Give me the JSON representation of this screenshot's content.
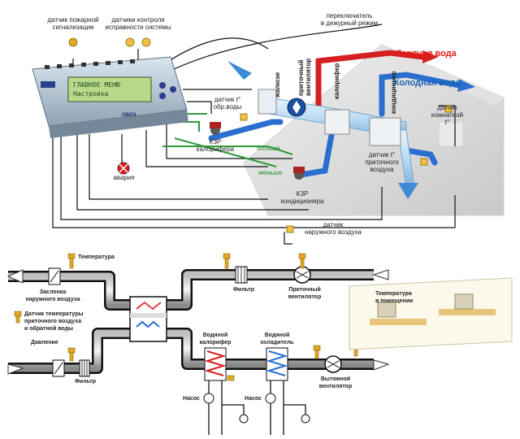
{
  "top": {
    "fire_sensor": "датчик пожарной\nсигнализации",
    "health_sensors": "датчики контроля\nисправности системы",
    "switch_duty": "переключатель\nв дежурный режим",
    "hot_water": "Горячая вода",
    "cold_water": "Холодная вода",
    "louvers": "жалюзи",
    "supply_fan": "приточный\nвентилятор",
    "heater": "калорифер",
    "conditioner": "кондиционер",
    "return_water_sensor": "датчик t°\nобр.воды",
    "room_sensor": "датчик\nкомнатной\nt°",
    "heater_valve": "КЗР\nкалорифера",
    "more": "больше",
    "less": "меньше",
    "conditioner_valve": "КЗР\nкондиционера",
    "supply_air_sensor": "датчик t°\nприточного\nвоздуха",
    "alarm": "авария",
    "outdoor_air_sensor": "датчик\nнаружного воздуха",
    "controller_screen": "ГЛАВНОЕ МЕНЮ\nНастройка",
    "controller_brand": "ОВЕН"
  },
  "bottom": {
    "temperature": "Температура",
    "outdoor_damper": "Заслонка\nнаружного воздуха",
    "sensors_note": "Датчик температуры\nприточного воздуха\nи обратной воды",
    "pressure": "Давление",
    "filter_left": "Фильтр",
    "filter_top": "Фильтр",
    "supply_fan": "Приточный\nвентилятор",
    "room_temp": "Температура\nв помещении",
    "water_heater": "Водяной\nкалорифер",
    "water_cooler": "Водяной\nохладитель",
    "pump1": "Насос",
    "pump2": "Насос",
    "exhaust_fan": "Вытяжной\nвентилятор"
  },
  "colors": {
    "hot": "#d42020",
    "cold": "#2a6fd0",
    "control": "#2f9a3c",
    "duct": "#cfe6f7",
    "pipe_dark": "#111111"
  }
}
